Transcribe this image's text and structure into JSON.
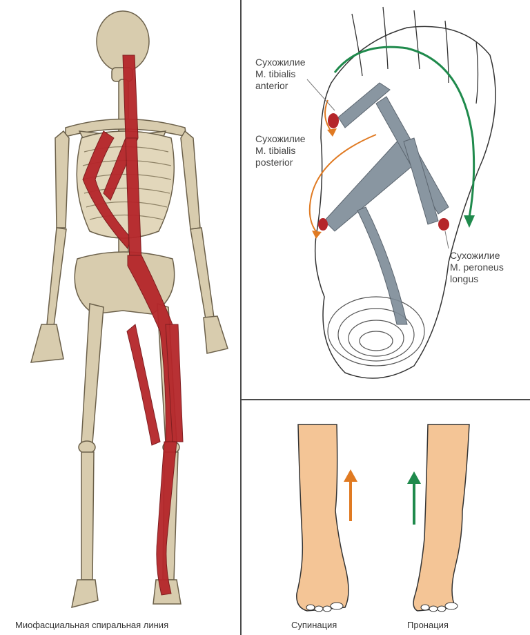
{
  "skeleton": {
    "caption": "Миофасциальная спиральная линия"
  },
  "foot_labels": {
    "tibialis_anterior": [
      "Сухожилие",
      "M. tibialis",
      "anterior"
    ],
    "tibialis_posterior": [
      "Сухожилие",
      "M. tibialis",
      "posterior"
    ],
    "peroneus_longus": [
      "Сухожилие",
      "M. peroneus",
      "longus"
    ]
  },
  "legs": {
    "supination_label": "Супинация",
    "pronation_label": "Пронация"
  },
  "colors": {
    "muscle": "#b5262a",
    "bone": "#d8ccae",
    "tendon": "#7d8b97",
    "orange_arrow": "#e07a22",
    "green_arrow": "#1f8a4c",
    "skin": "#f4c596"
  }
}
